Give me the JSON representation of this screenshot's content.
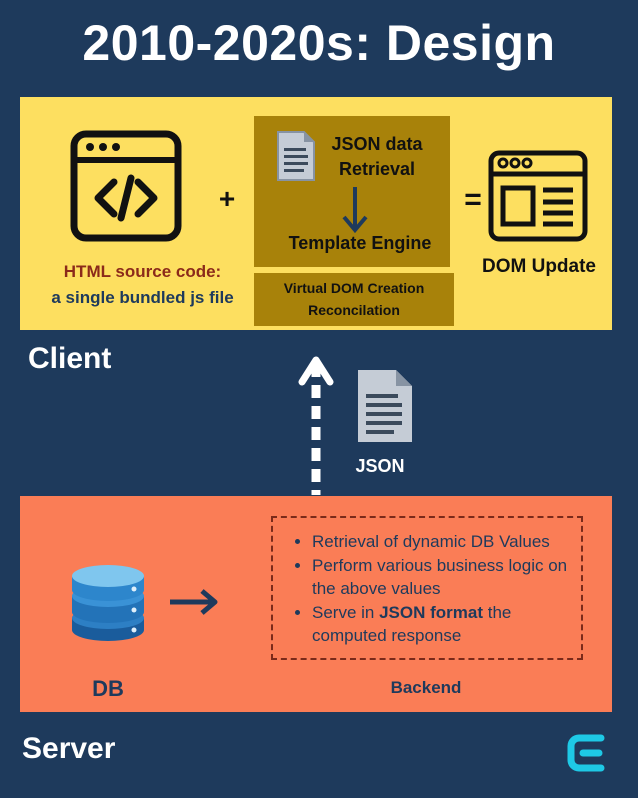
{
  "title": "2010-2020s: Design",
  "client": {
    "label": "Client",
    "html_source_line1": "HTML source code:",
    "html_source_line2": "a single bundled js file",
    "plus": "+",
    "json_retrieval_line1": "JSON data",
    "json_retrieval_line2": "Retrieval",
    "template_engine": "Template Engine",
    "virtual_dom_line1": "Virtual DOM Creation",
    "virtual_dom_line2": "Reconcilation",
    "equals": "=",
    "dom_update": "DOM Update"
  },
  "transfer": {
    "json_label": "JSON"
  },
  "server": {
    "label": "Server",
    "db_label": "DB",
    "backend_label": "Backend",
    "bullets": [
      {
        "text": "Retrieval of dynamic DB Values"
      },
      {
        "text": "Perform various business logic on the above values"
      },
      {
        "before": "Serve in ",
        "bold": "JSON  format",
        "after": " the computed response"
      }
    ]
  },
  "colors": {
    "background": "#1e3a5c",
    "client_panel": "#fddf60",
    "pipeline": "#a8820a",
    "server_panel": "#fa7d56",
    "logo": "#1ec9e6",
    "html_source_red": "#8b2a1a"
  },
  "icons": [
    "code-window-icon",
    "document-icon",
    "down-arrow-icon",
    "web-layout-icon",
    "up-arrow-dashed-icon",
    "json-document-icon",
    "database-icon",
    "right-arrow-icon",
    "brand-logo-icon"
  ]
}
